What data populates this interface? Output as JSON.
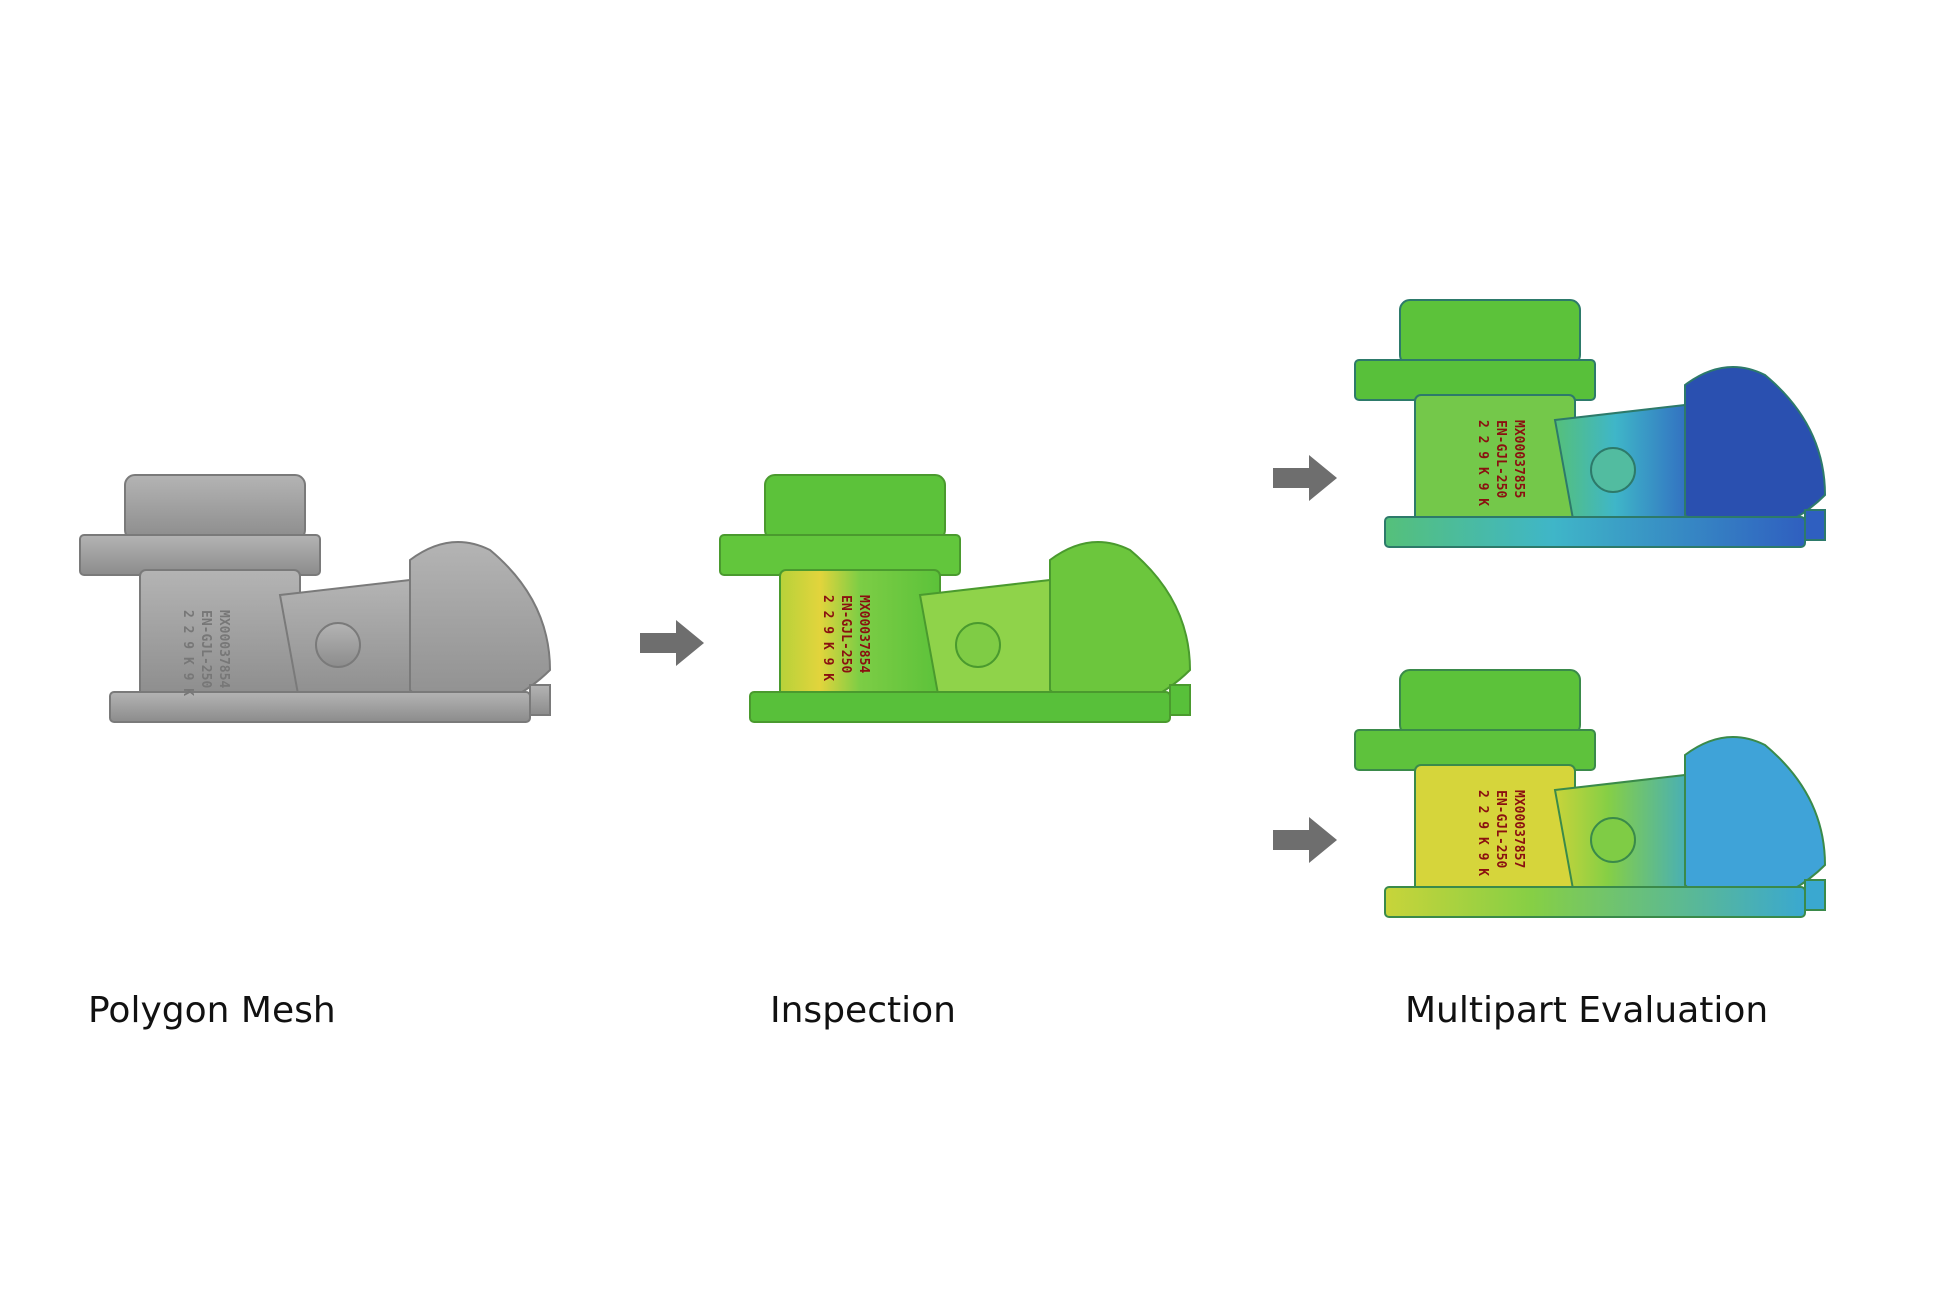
{
  "stages": [
    {
      "label": "Polygon Mesh",
      "style": "gray",
      "stamp": [
        "MX00037854",
        "EN-GJL-250",
        "2 2 9 K 9 K"
      ]
    },
    {
      "label": "Inspection",
      "style": "deviation",
      "stamp": [
        "MX00037854",
        "EN-GJL-250",
        "2 2 9 K 9 K"
      ]
    },
    {
      "label": "Multipart Evaluation",
      "style": "deviation-multi",
      "parts": [
        {
          "stamp": [
            "MX00037855",
            "EN-GJL-250",
            "2 2 9 K 9 K"
          ]
        },
        {
          "stamp": [
            "MX00037857",
            "EN-GJL-250",
            "2 2 9 K 9 K"
          ]
        }
      ]
    }
  ],
  "colors": {
    "mesh_gray": "#9a9a9a",
    "green": "#5cc23a",
    "yellow": "#d8d83a",
    "blue": "#2f5fc0",
    "arrow": "#6e6e6e"
  },
  "icons": [
    "right-arrow-icon"
  ]
}
